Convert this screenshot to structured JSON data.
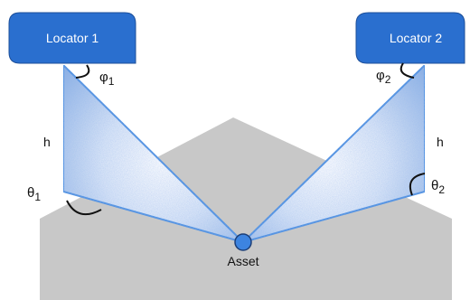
{
  "locators": [
    {
      "label": "Locator 1",
      "phi_symbol": "φ",
      "phi_sub": "1",
      "theta_symbol": "θ",
      "theta_sub": "1",
      "height_label": "h"
    },
    {
      "label": "Locator 2",
      "phi_symbol": "φ",
      "phi_sub": "2",
      "theta_symbol": "θ",
      "theta_sub": "2",
      "height_label": "h"
    }
  ],
  "asset": {
    "label": "Asset"
  },
  "colors": {
    "locator_fill": "#2a6fcf",
    "locator_text": "#ffffff",
    "beam_edge": "#4a8ee0",
    "beam_fill_light": "#e9f0fb",
    "beam_fill_dark": "#7fa6df",
    "floor": "#c8c8c8",
    "asset_fill": "#3d84e0",
    "asset_stroke": "#1c3f78",
    "angle_arc": "#111111"
  }
}
